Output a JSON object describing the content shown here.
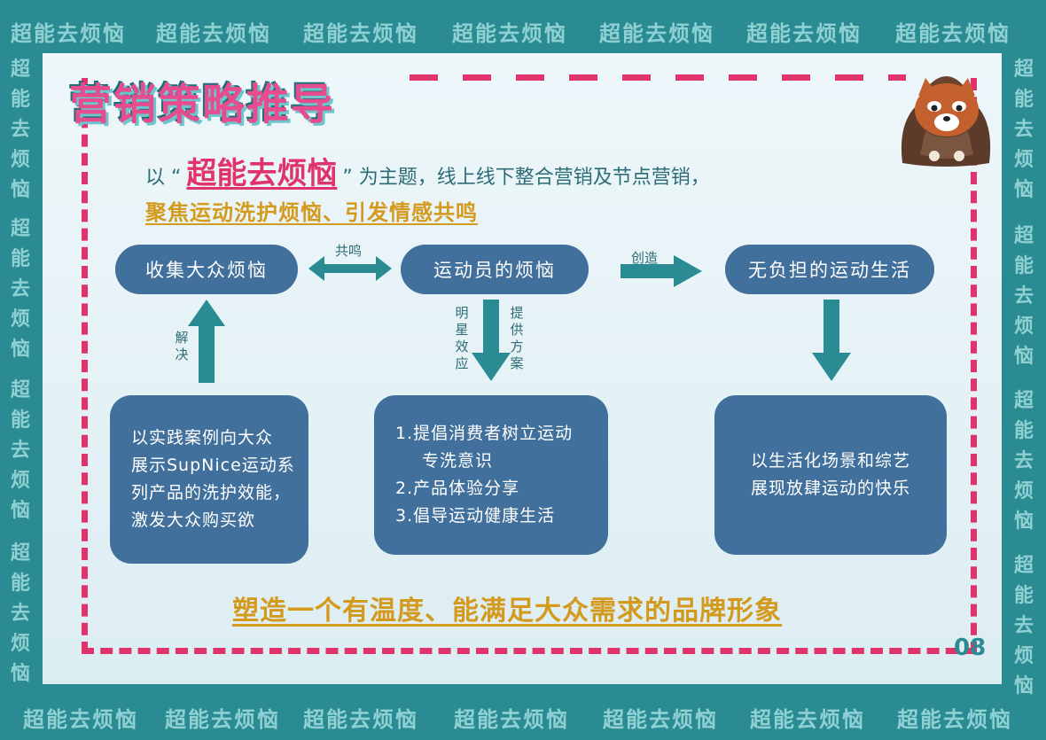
{
  "watermark": "超能去烦恼",
  "title": "营销策略推导",
  "theme": {
    "prefix": "以 “",
    "highlight": "超能去烦恼",
    "suffix": "” 为主题，线上线下整合营销及节点营销，"
  },
  "focus": "聚焦运动洗护烦恼、引发情感共鸣",
  "nodes": {
    "collect": "收集大众烦恼",
    "athlete": "运动员的烦恼",
    "life": "无负担的运动生活"
  },
  "edges": {
    "resonance": "共鸣",
    "create": "创造",
    "solve": "解决",
    "star": "明星效应",
    "provide": "提供方案"
  },
  "cards": {
    "left": [
      "以实践案例向大众",
      "展示SupNice运动系",
      "列产品的洗护效能，",
      "激发大众购买欲"
    ],
    "middle": [
      "1.提倡消费者树立运动",
      "专洗意识",
      "2.产品体验分享",
      "3.倡导运动健康生活"
    ],
    "right": [
      "以生活化场景和综艺",
      "展现放肆运动的快乐"
    ]
  },
  "slogan": "塑造一个有温度、能满足大众需求的品牌形象",
  "page_number": "08",
  "colors": {
    "background": "#2a8b93",
    "accent_pink": "#e0336b",
    "gold": "#d39a1d",
    "node_blue": "#41709c"
  }
}
